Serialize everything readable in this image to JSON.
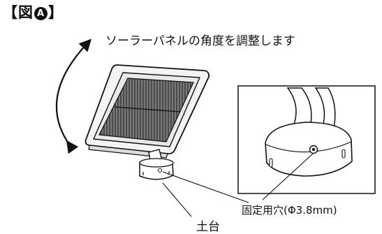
{
  "figure": {
    "bracket_open": "【",
    "word": "図",
    "badge": "A",
    "bracket_close": "】"
  },
  "caption": "ソーラーパネルの角度を調整します",
  "labels": {
    "mounting_hole": "固定用穴(Φ3.8mm)",
    "base": "土台"
  }
}
